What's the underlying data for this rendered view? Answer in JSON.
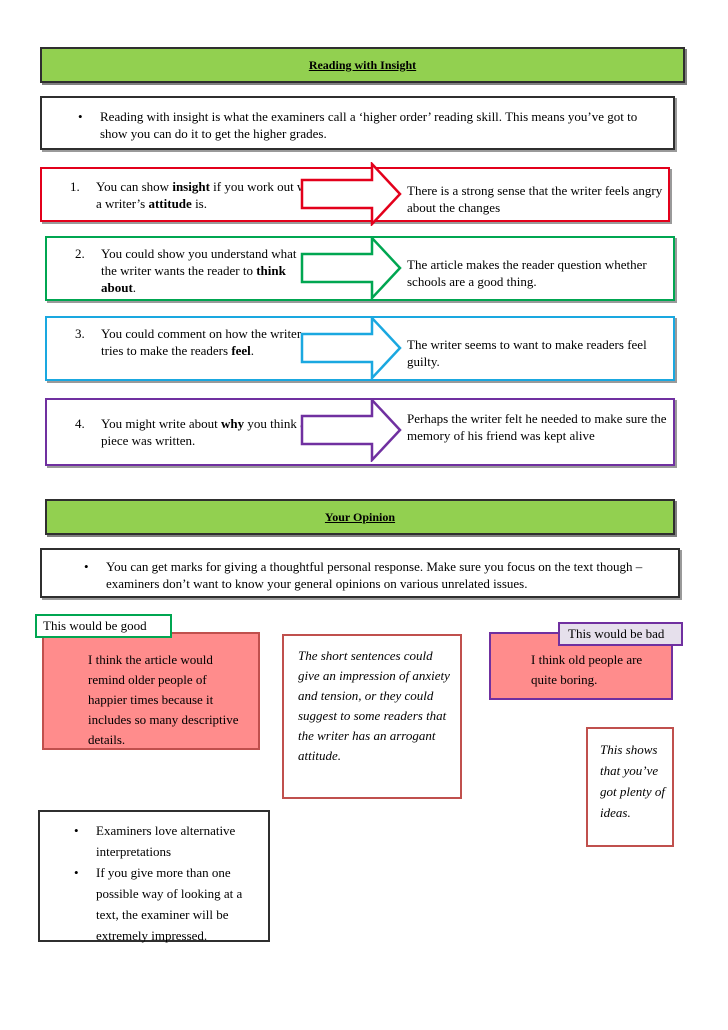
{
  "section1": {
    "title": "Reading with Insight",
    "intro": "Reading with insight is what the examiners call a ‘higher order’ reading skill.  This means you’ve got to show you can do it to get the higher grades."
  },
  "points": [
    {
      "num": "1.",
      "pre": "You can show ",
      "bold": "insight",
      "post": " if you work out what a writer’s ",
      "bold2": "attitude",
      "post2": " is.",
      "example": "There is a strong sense that the writer feels angry about the changes",
      "color": "#e3001b"
    },
    {
      "num": "2.",
      "pre": "You could show you understand what the writer wants the reader to ",
      "bold": "think about",
      "post": ".",
      "example": "The article makes the reader question whether schools are a good thing.",
      "color": "#00a651"
    },
    {
      "num": "3.",
      "pre": "You could comment on how the writer tries to make the readers ",
      "bold": "feel",
      "post": ".",
      "example": "The writer seems to want to make readers feel guilty.",
      "color": "#1aa8e0"
    },
    {
      "num": "4.",
      "pre": "You might write about ",
      "bold": "why",
      "post": " you think a piece was written.",
      "example": "Perhaps the writer felt he needed to make sure the memory of his friend was kept alive",
      "color": "#7030a0"
    }
  ],
  "section2": {
    "title": "Your Opinion",
    "intro": "You can get marks for giving a thoughtful personal response.  Make sure you focus on the text though – examiners don’t want to know your general opinions on various unrelated issues."
  },
  "good": {
    "label": "This would be good",
    "text": "I think the article would remind older people of happier times because it includes so many descriptive details."
  },
  "middle": {
    "text": "The short sentences could give an impression of anxiety and tension, or they could suggest to some readers that the writer has an arrogant attitude."
  },
  "bad": {
    "label": "This would be bad",
    "text": "I think old people are quite boring."
  },
  "note": {
    "text": "This shows that you’ve got plenty of ideas."
  },
  "tips": [
    "Examiners love alternative interpretations",
    "If you give more than one possible way of looking at a text, the examiner will be extremely impressed."
  ]
}
